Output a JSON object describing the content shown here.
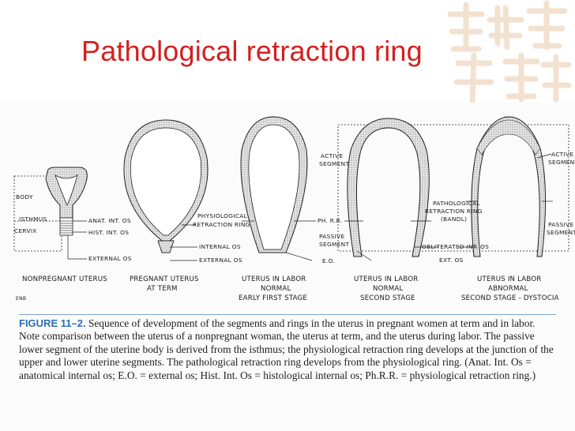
{
  "slide": {
    "title": "Pathological retraction ring"
  },
  "diagram": {
    "labels": {
      "body": "BODY",
      "isthmus": "ISTHMUS",
      "cervix": "CERVIX",
      "anat_int_os": "ANAT. INT. OS",
      "hist_int_os": "HIST. INT. OS",
      "external_os_1": "EXTERNAL OS",
      "physiological_ring_1": "PHYSIOLOGICAL",
      "physiological_ring_2": "RETRACTION RING",
      "internal_os": "INTERNAL OS",
      "external_os_2": "EXTERNAL OS",
      "active_segment_1a": "ACTIVE",
      "active_segment_1b": "SEGMENT",
      "phrr": "PH. R.R.",
      "passive_segment_1a": "PASSIVE",
      "passive_segment_1b": "SEGMENT",
      "eo": "E.O.",
      "pathological_1": "PATHOLOGICAL",
      "pathological_2": "RETRACTION RING",
      "pathological_3": "(BANDL)",
      "obliterated_int_os": "OBLITERATED INT. OS",
      "ext_os": "EXT. OS",
      "active_segment_2a": "ACTIVE",
      "active_segment_2b": "SEGMENT",
      "passive_segment_2a": "PASSIVE",
      "passive_segment_2b": "SEGMENT",
      "small_mark": "ENB"
    },
    "captions": {
      "c1": "NONPREGNANT UTERUS",
      "c2a": "PREGNANT UTERUS",
      "c2b": "AT TERM",
      "c3a": "UTERUS IN LABOR",
      "c3b": "NORMAL",
      "c3c": "EARLY FIRST STAGE",
      "c4a": "UTERUS IN LABOR",
      "c4b": "NORMAL",
      "c4c": "SECOND STAGE",
      "c5a": "UTERUS IN LABOR",
      "c5b": "ABNORMAL",
      "c5c": "SECOND STAGE - DYSTOCIA"
    }
  },
  "figure_caption": {
    "number": "FIGURE 11–2.",
    "text": "Sequence of development of the segments and rings in the uterus in pregnant women at term and in labor. Note comparison between the uterus of a nonpregnant woman, the uterus at term, and the uterus during labor. The passive lower segment of the uterine body is derived from the isthmus; the physiological retraction ring develops at the junction of the upper and lower uterine segments. The pathological retraction ring develops from the physiological ring. (Anat. Int. Os = anatomical internal os; E.O. = external os; Hist. Int. Os = histological internal os; Ph.R.R. = physiological retraction ring.)"
  },
  "colors": {
    "title": "#d42020",
    "figure_number": "#2a6fb0",
    "stipple": "#9a9a9a"
  }
}
